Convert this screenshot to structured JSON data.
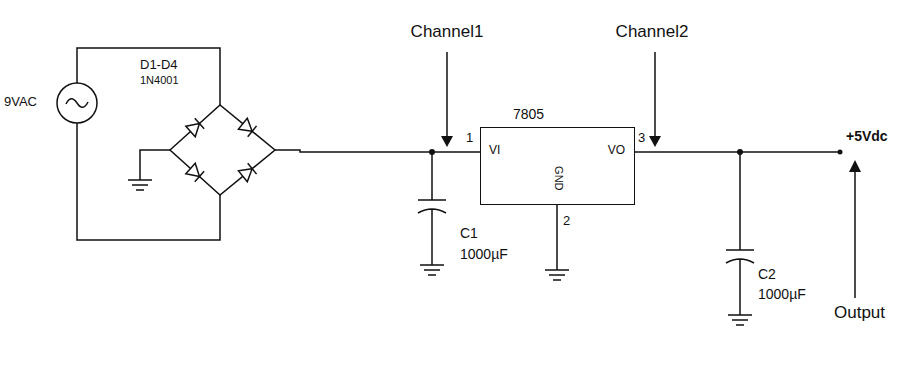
{
  "diagram": {
    "nodes": [
      {
        "text": [
          "7805",
          "VI",
          "VO",
          "GND"
        ]
      }
    ],
    "labels": [
      "9VAC",
      "D1-D4",
      "1N4001",
      "Channel1",
      "Channel2",
      "1",
      "3",
      "2",
      "C1",
      "1000µF",
      "C2",
      "1000µF",
      "+5Vdc",
      "Output"
    ]
  }
}
